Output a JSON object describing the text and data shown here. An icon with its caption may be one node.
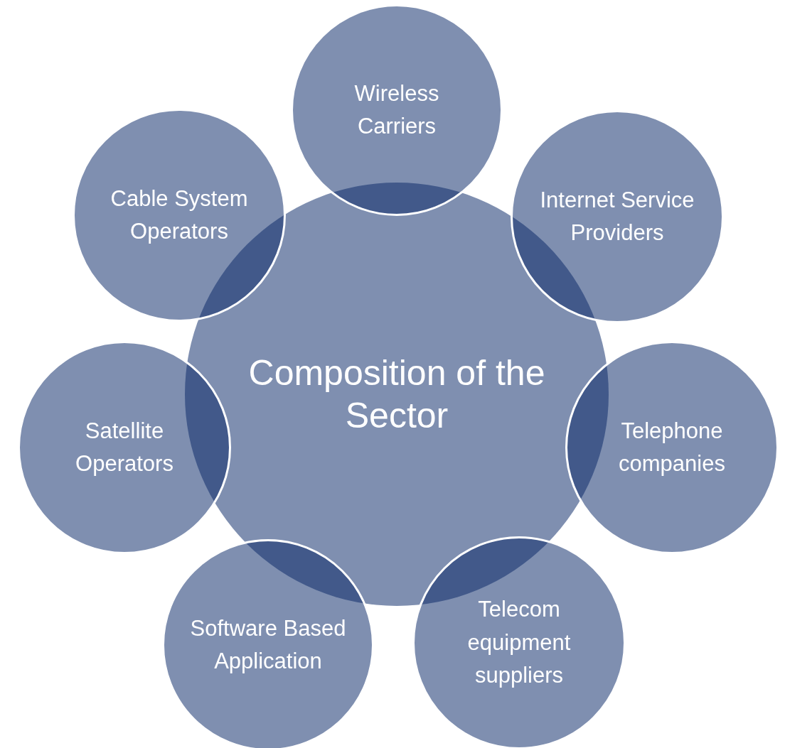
{
  "diagram": {
    "nodes": [
      {
        "text": [
          "Composition of the Sector"
        ]
      },
      {
        "text": [
          "Wireless Carriers"
        ]
      },
      {
        "text": [
          "Internet Service Providers"
        ]
      },
      {
        "text": [
          "Telephone companies"
        ]
      },
      {
        "text": [
          "Telecom equipment suppliers"
        ]
      },
      {
        "text": [
          "Software Based Application"
        ]
      },
      {
        "text": [
          "Satellite Operators"
        ]
      },
      {
        "text": [
          "Cable System Operators"
        ]
      }
    ]
  }
}
